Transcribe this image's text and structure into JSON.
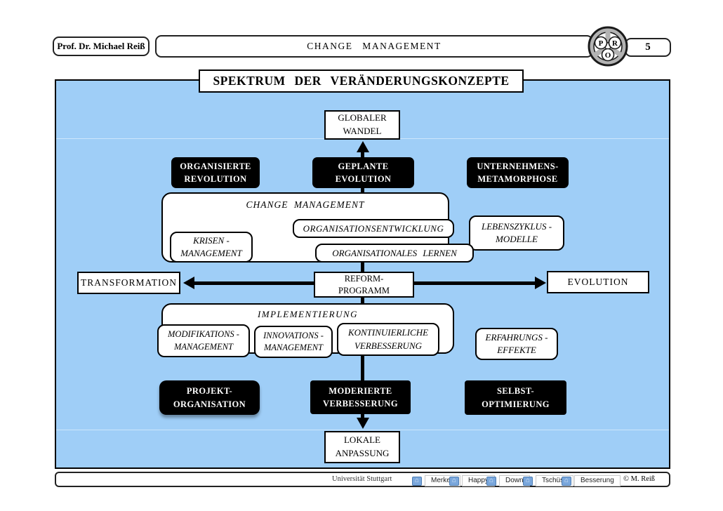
{
  "header": {
    "author": "Prof. Dr. Michael Reiß",
    "course": "CHANGE MANAGEMENT",
    "page": "5",
    "logo_letters": [
      "P",
      "R",
      "O"
    ]
  },
  "title": "SPEKTRUM DER VERÄNDERUNGSKONZEPTE",
  "diagram": {
    "nodes": {
      "globaler_wandel": "GLOBALER\nWANDEL",
      "organisierte_revolution": "ORGANISIERTE\nREVOLUTION",
      "geplante_evolution": "GEPLANTE\nEVOLUTION",
      "unternehmens_metamorphose": "UNTERNEHMENS-\nMETAMORPHOSE",
      "change_management": "CHANGE MANAGEMENT",
      "organisationsentwicklung": "ORGANISATIONSENTWICKLUNG",
      "krisen_management": "KRISEN -\nMANAGEMENT",
      "organisationales_lernen": "ORGANISATIONALES LERNEN",
      "lebenszyklus_modelle": "LEBENSZYKLUS -\nMODELLE",
      "transformation": "TRANSFORMATION",
      "reform_programm": "REFORM-\nPROGRAMM",
      "evolution": "EVOLUTION",
      "implementierung": "IMPLEMENTIERUNG",
      "modifikations_management": "MODIFIKATIONS -\nMANAGEMENT",
      "innovations_management": "INNOVATIONS -\nMANAGEMENT",
      "kontinuierliche_verbesserung": "KONTINUIERLICHE\nVERBESSERUNG",
      "erfahrungs_effekte": "ERFAHRUNGS -\nEFFEKTE",
      "projekt_organisation": "PROJEKT-\nORGANISATION",
      "moderierte_verbesserung": "MODERIERTE\nVERBESSERUNG",
      "selbst_optimierung": "SELBST-\nOPTIMIERUNG",
      "lokale_anpassung": "LOKALE\nANPASSUNG"
    }
  },
  "footer": {
    "institution": "Universität Stuttgart",
    "nav_items": [
      "Merken",
      "Happy",
      "Down",
      "Tschüss",
      "Besserung"
    ],
    "copyright": "© M. Reiß",
    "home_icon_glyph": "⌂"
  },
  "colors": {
    "panel_blue": "#9FCEF7",
    "node_black": "#000000",
    "nav_icon_blue": "#7AA7DC"
  }
}
